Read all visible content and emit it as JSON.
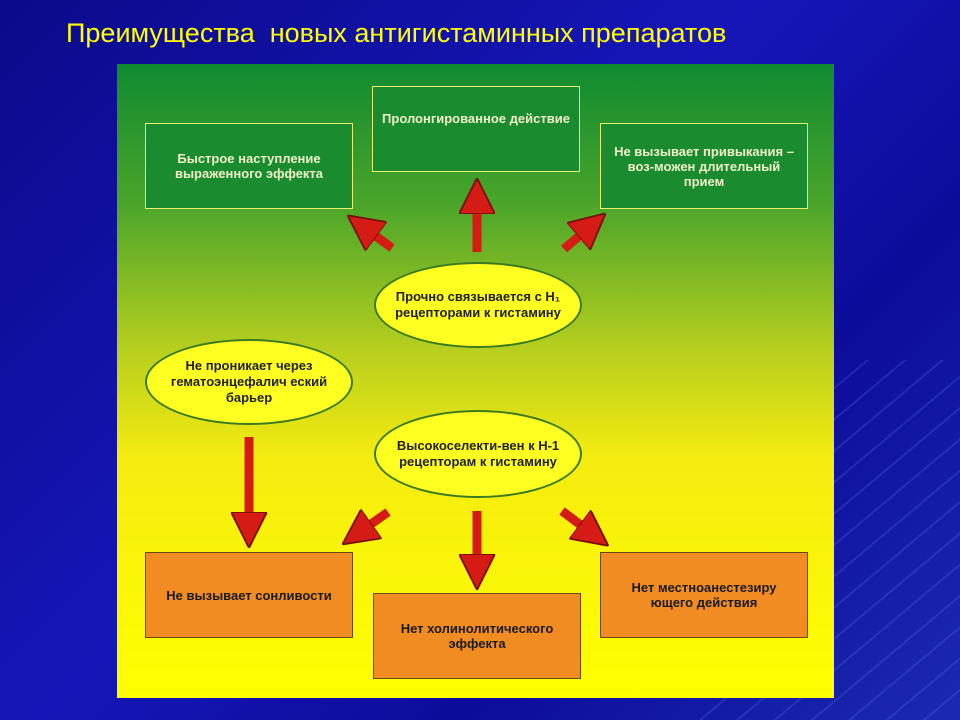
{
  "title": "Преимущества  новых антигистаминных препаратов",
  "boxes": {
    "top_left": "Быстрое наступление выраженного эффекта",
    "top_center": "Пролонгированное действие",
    "top_right": "Не вызывает привыкания – воз-можен длительный прием",
    "bottom_left": "Не вызывает сонливости",
    "bottom_center": "Нет холинолитического эффекта",
    "bottom_right": "Нет местноанестезиру ющего действия"
  },
  "ovals": {
    "binding": "Прочно связывается с Н₁ рецепторами к гистамину",
    "barrier": "Не проникает через гематоэнцефалич еский барьер",
    "selective": "Высокоселекти-вен к Н-1 рецепторам к гистамину"
  },
  "colors": {
    "background": "#1414b0",
    "title": "#ffff00",
    "arrow": "#d41c14",
    "green_box": "#1a8c2f",
    "orange_box": "#f08c22",
    "oval": "#ffff22"
  }
}
